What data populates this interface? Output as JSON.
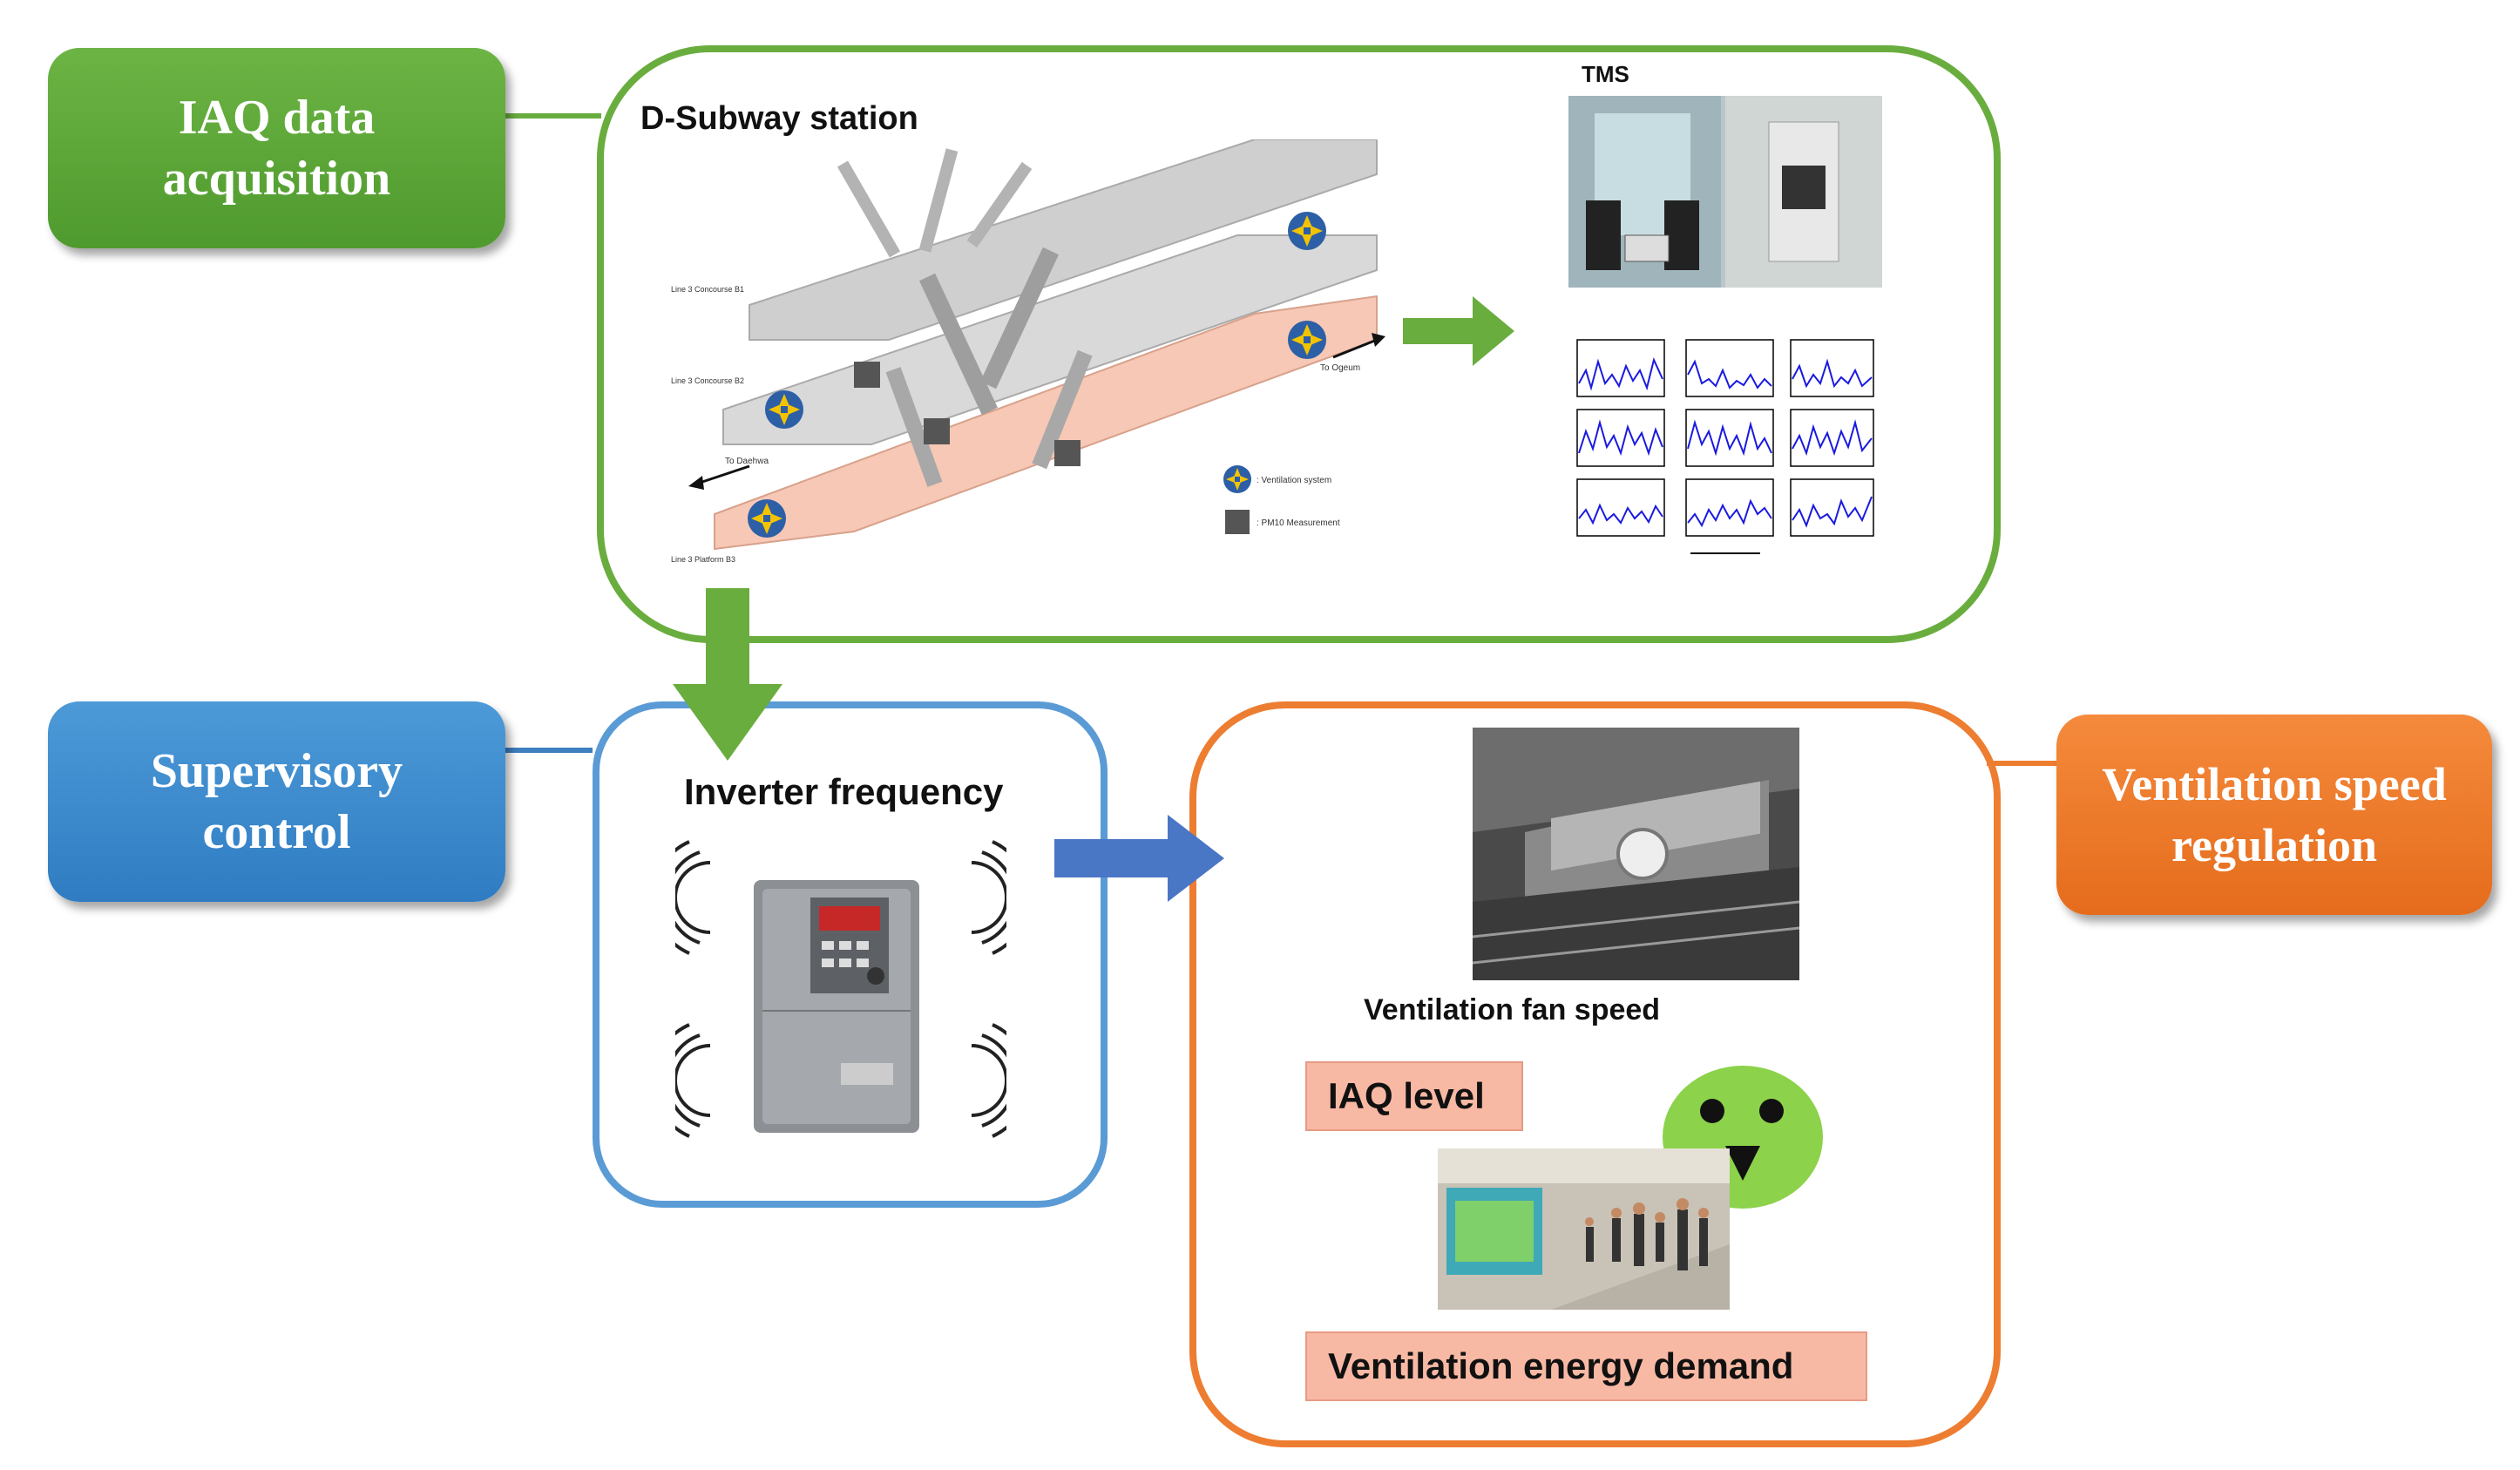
{
  "stages": {
    "acquisition": {
      "line1": "IAQ data",
      "line2": "acquisition",
      "color": "#5fa43a"
    },
    "supervisory": {
      "line1": "Supervisory",
      "line2": "control",
      "color": "#3d8bcd"
    },
    "regulation": {
      "line1": "Ventilation speed",
      "line2": "regulation",
      "color": "#ef7d2d"
    }
  },
  "station": {
    "title": "D-Subway station",
    "floor_labels": [
      "Line 3 Concourse B1",
      "Line 3 Concourse B2",
      "Line 3 Platform B3"
    ],
    "direction_left": "To Daehwa",
    "direction_right": "To Ogeum",
    "legend": {
      "ventilation": ": Ventilation system",
      "measurement": ": PM10 Measurement"
    }
  },
  "tms": {
    "title": "TMS"
  },
  "inverter": {
    "title": "Inverter frequency"
  },
  "regulation_panel": {
    "fan_speed_label": "Ventilation fan speed",
    "iaq_level_label": "IAQ level",
    "energy_label": "Ventilation energy demand"
  },
  "colors": {
    "green": "#6aad3f",
    "blue": "#5b9bd5",
    "orange": "#ed7d31",
    "tag_fill": "#f8b9a4"
  }
}
